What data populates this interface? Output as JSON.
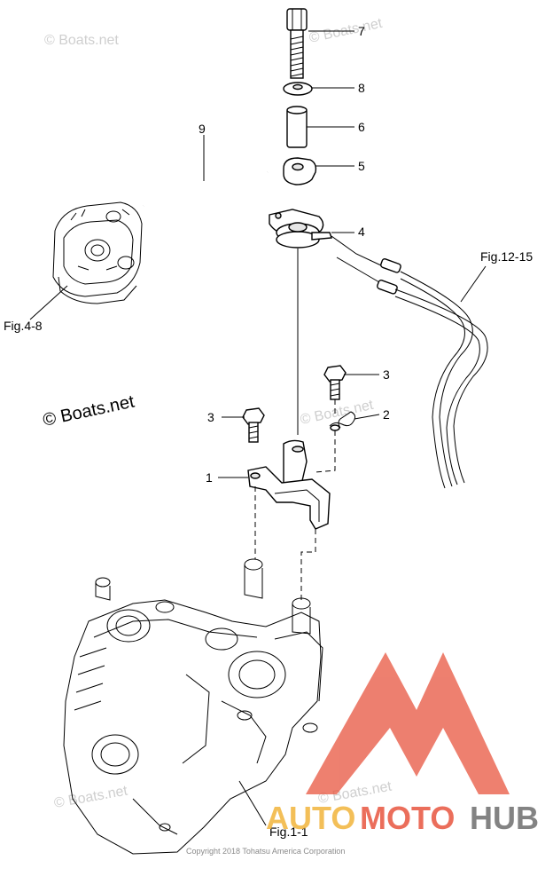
{
  "watermarks": {
    "boats_net": "© Boats.net"
  },
  "callouts": {
    "c1": "1",
    "c2": "2",
    "c3a": "3",
    "c3b": "3",
    "c4": "4",
    "c5": "5",
    "c6": "6",
    "c7": "7",
    "c8": "8",
    "c9": "9"
  },
  "figure_refs": {
    "fig_4_8": "Fig.4-8",
    "fig_12_15": "Fig.12-15",
    "fig_1_1": "Fig.1-1"
  },
  "logo": {
    "auto": "AUTO",
    "moto": "MOTO",
    "hub": "HUB",
    "colors": {
      "auto": "#f2b53b",
      "moto": "#e8553f",
      "hub": "#6e6e6e",
      "mark": "#e8553f"
    }
  },
  "copyright": "Copyright 2018 Tohatsu America Corporation",
  "colors": {
    "line": "#000000",
    "watermark": "#cfcfcf"
  }
}
